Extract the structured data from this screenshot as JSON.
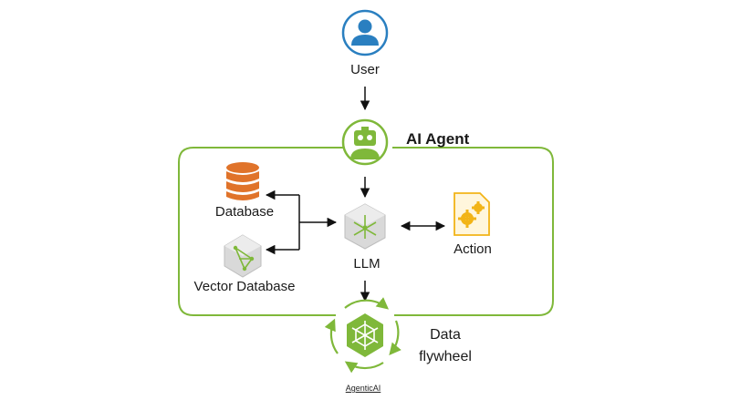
{
  "user": {
    "label": "User",
    "icon": "user-icon"
  },
  "agent": {
    "label": "AI Agent",
    "icon": "robot-icon",
    "container_color": "#7fb83a"
  },
  "database": {
    "label": "Database",
    "icon": "database-icon",
    "color": "#e0732a"
  },
  "vector_db": {
    "label": "Vector Database",
    "icon": "vector-database-icon"
  },
  "llm": {
    "label": "LLM",
    "icon": "llm-cube-icon"
  },
  "action": {
    "label": "Action",
    "icon": "gears-icon",
    "color": "#f2b417"
  },
  "flywheel": {
    "line1": "Data",
    "line2": "flywheel",
    "icon": "flywheel-icon"
  },
  "footer": {
    "link": "AgenticAI"
  },
  "colors": {
    "green": "#76b82a",
    "blue": "#2a7fc0",
    "arrow": "#111111"
  }
}
